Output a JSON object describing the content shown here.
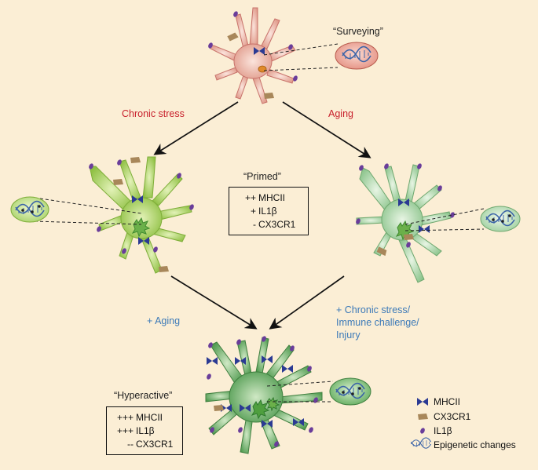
{
  "states": {
    "surveying": "“Surveying”",
    "primed": "“Primed”",
    "hyperactive": "“Hyperactive”"
  },
  "transitions": {
    "chronic_stress": "Chronic stress",
    "aging": "Aging",
    "plus_aging": "+ Aging",
    "plus_stress_line1": "+ Chronic stress/",
    "plus_stress_line2": "Immune challenge/",
    "plus_stress_line3": "Injury"
  },
  "primed_box": [
    {
      "mark": "++",
      "text": "MHCII"
    },
    {
      "mark": "+",
      "text": "IL1β"
    },
    {
      "mark": "-",
      "text": "CX3CR1"
    }
  ],
  "hyperactive_box": [
    {
      "mark": "+++",
      "text": "MHCII"
    },
    {
      "mark": "+++",
      "text": "IL1β"
    },
    {
      "mark": "--",
      "text": "CX3CR1"
    }
  ],
  "legend": {
    "mhcii": "MHCII",
    "cx3cr1": "CX3CR1",
    "il1b": "IL1β",
    "epigenetic": "Epigenetic changes"
  },
  "colors": {
    "background": "#fbeed5",
    "surveying_cell": "#e8a597",
    "primed_cell_left": "#a9cf5a",
    "primed_cell_right": "#9fcf9f",
    "hyperactive_cell": "#5aa55a",
    "mhcii": "#2b3a93",
    "cx3cr1": "#a8875a",
    "il1b": "#6a3d9a",
    "red_label": "#c8202c",
    "blue_label": "#3b79b8"
  },
  "icons": [
    "mhcii-icon",
    "cx3cr1-icon",
    "il1b-icon",
    "dna-icon",
    "nucleus-icon"
  ]
}
